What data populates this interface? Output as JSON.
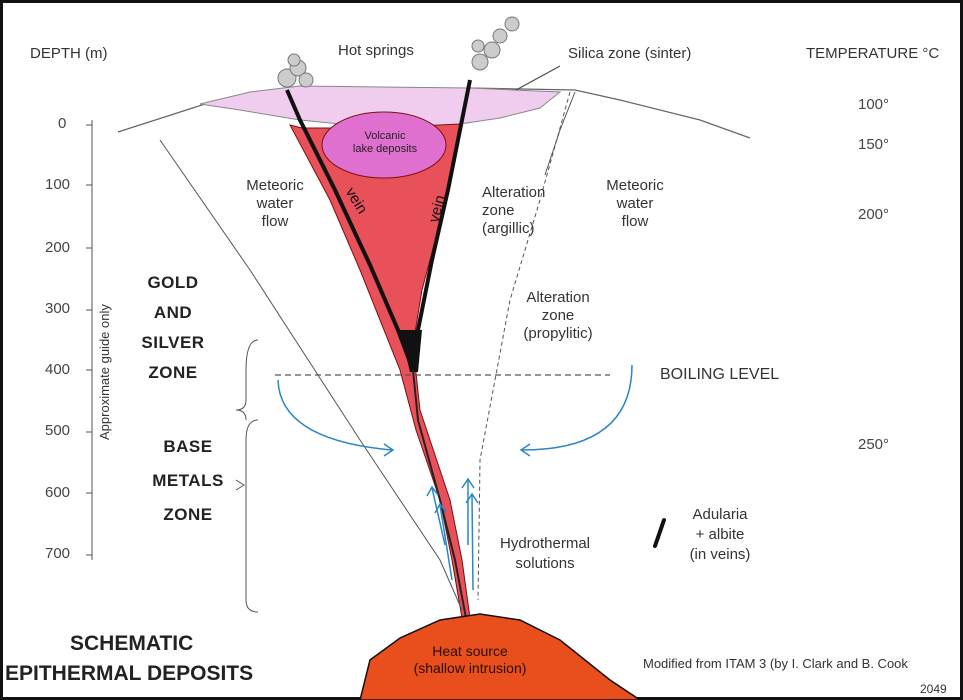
{
  "depth_label": "DEPTH (m)",
  "temperature_label": "TEMPERATURE °C",
  "depth_ticks": [
    "0",
    "100",
    "200",
    "300",
    "400",
    "500",
    "600",
    "700"
  ],
  "temperature_ticks": [
    "100°",
    "150°",
    "200°",
    "250°"
  ],
  "approximate_note": "Approximate guide only",
  "labels": {
    "hot_springs": "Hot springs",
    "silica_zone": "Silica zone (sinter)",
    "volcanic_lake_l1": "Volcanic",
    "volcanic_lake_l2": "lake deposits",
    "vein_left": "vein",
    "vein_right": "vein",
    "meteoric_left_l1": "Meteoric",
    "meteoric_left_l2": "water",
    "meteoric_left_l3": "flow",
    "meteoric_right_l1": "Meteoric",
    "meteoric_right_l2": "water",
    "meteoric_right_l3": "flow",
    "alteration_argillic_l1": "Alteration",
    "alteration_argillic_l2": "zone",
    "alteration_argillic_l3": "(argillic)",
    "alteration_propylitic_l1": "Alteration",
    "alteration_propylitic_l2": "zone",
    "alteration_propylitic_l3": "(propylitic)",
    "boiling_level": "BOILING LEVEL",
    "gold_zone_l1": "GOLD",
    "gold_zone_l2": "AND",
    "gold_zone_l3": "SILVER",
    "gold_zone_l4": "ZONE",
    "base_zone_l1": "BASE",
    "base_zone_l2": "METALS",
    "base_zone_l3": "ZONE",
    "hydrothermal_l1": "Hydrothermal",
    "hydrothermal_l2": "solutions",
    "adularia_l1": "Adularia",
    "adularia_l2": "+ albite",
    "adularia_l3": "(in veins)",
    "heat_source_l1": "Heat source",
    "heat_source_l2": "(shallow intrusion)"
  },
  "title_l1": "SCHEMATIC",
  "title_l2": "EPITHERMAL  DEPOSITS",
  "credit": "Modified from ITAM 3 (by I. Clark and B. Cook",
  "figure_number": "2049",
  "colors": {
    "vein_zone": "#e8505a",
    "lake": "#e070d0",
    "silica": "#f0cdee",
    "heat_source": "#e94f1c",
    "flow_arrow": "#2b86c4"
  }
}
